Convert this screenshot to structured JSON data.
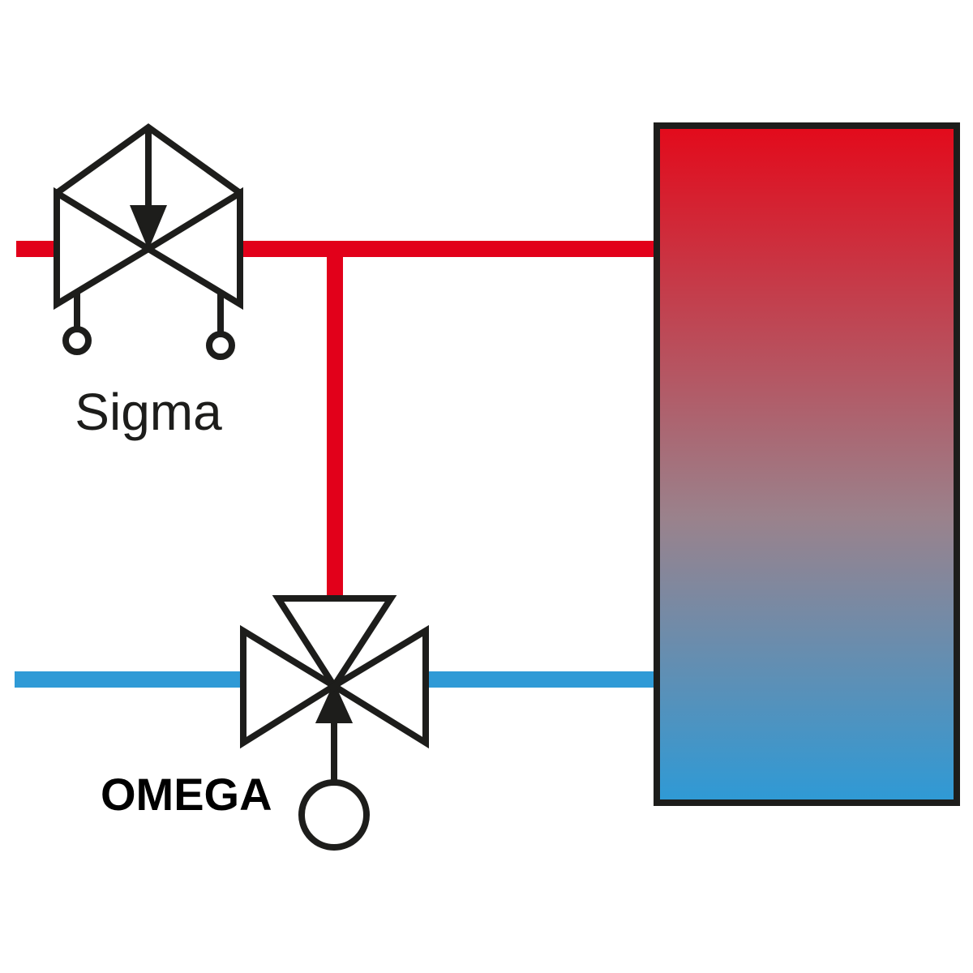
{
  "colors": {
    "hot_pipe": "#e2001a",
    "cold_pipe": "#2f9ad6",
    "outline": "#1d1d1b",
    "background": "#ffffff",
    "tank_top": "#e30a1b",
    "tank_mid": "#9a828c",
    "tank_bottom": "#2e9ad6"
  },
  "labels": {
    "sigma": "Sigma",
    "omega": "OMEGA"
  },
  "components": {
    "sigma_valve": "sigma-valve-icon",
    "omega_valve": "omega-valve-icon",
    "storage_tank": "storage-tank",
    "hot_line": "hot-water-pipe",
    "cold_line": "cold-water-pipe"
  }
}
